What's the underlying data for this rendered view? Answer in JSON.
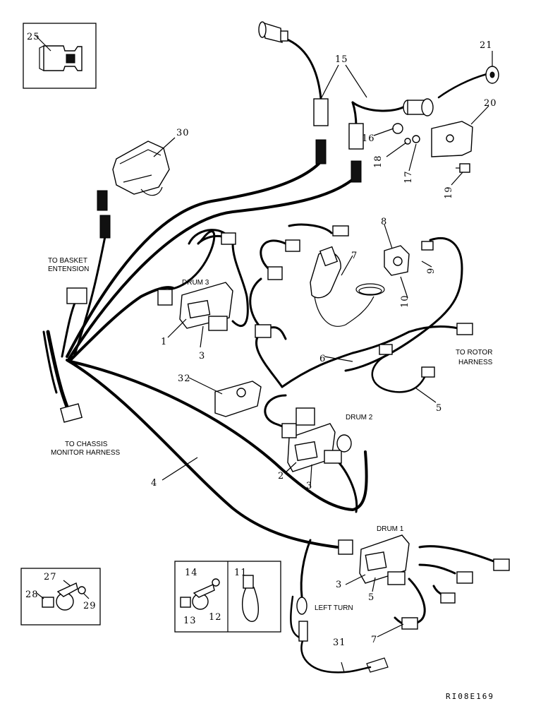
{
  "diagram_code": "RI08E169",
  "callouts": {
    "n1": "1",
    "n2": "2",
    "n3a": "3",
    "n3b": "3",
    "n3c": "3",
    "n4": "4",
    "n5a": "5",
    "n5b": "5",
    "n6": "6",
    "n7a": "7",
    "n7b": "7",
    "n8": "8",
    "n9": "9",
    "n10": "10",
    "n11": "11",
    "n12": "12",
    "n13": "13",
    "n14": "14",
    "n15": "15",
    "n16": "16",
    "n17": "17",
    "n18": "18",
    "n19": "19",
    "n20": "20",
    "n21": "21",
    "n25": "25",
    "n27": "27",
    "n28": "28",
    "n29": "29",
    "n30": "30",
    "n31": "31",
    "n32": "32"
  },
  "labels": {
    "basket_line1": "TO BASKET",
    "basket_line2": "ENTENSION",
    "chassis_line1": "TO CHASSIS",
    "chassis_line2": "MONITOR HARNESS",
    "rotor_line1": "TO ROTOR",
    "rotor_line2": "HARNESS",
    "drum1": "DRUM 1",
    "drum2": "DRUM 2",
    "drum3": "DRUM 3",
    "left_turn": "LEFT TURN"
  }
}
